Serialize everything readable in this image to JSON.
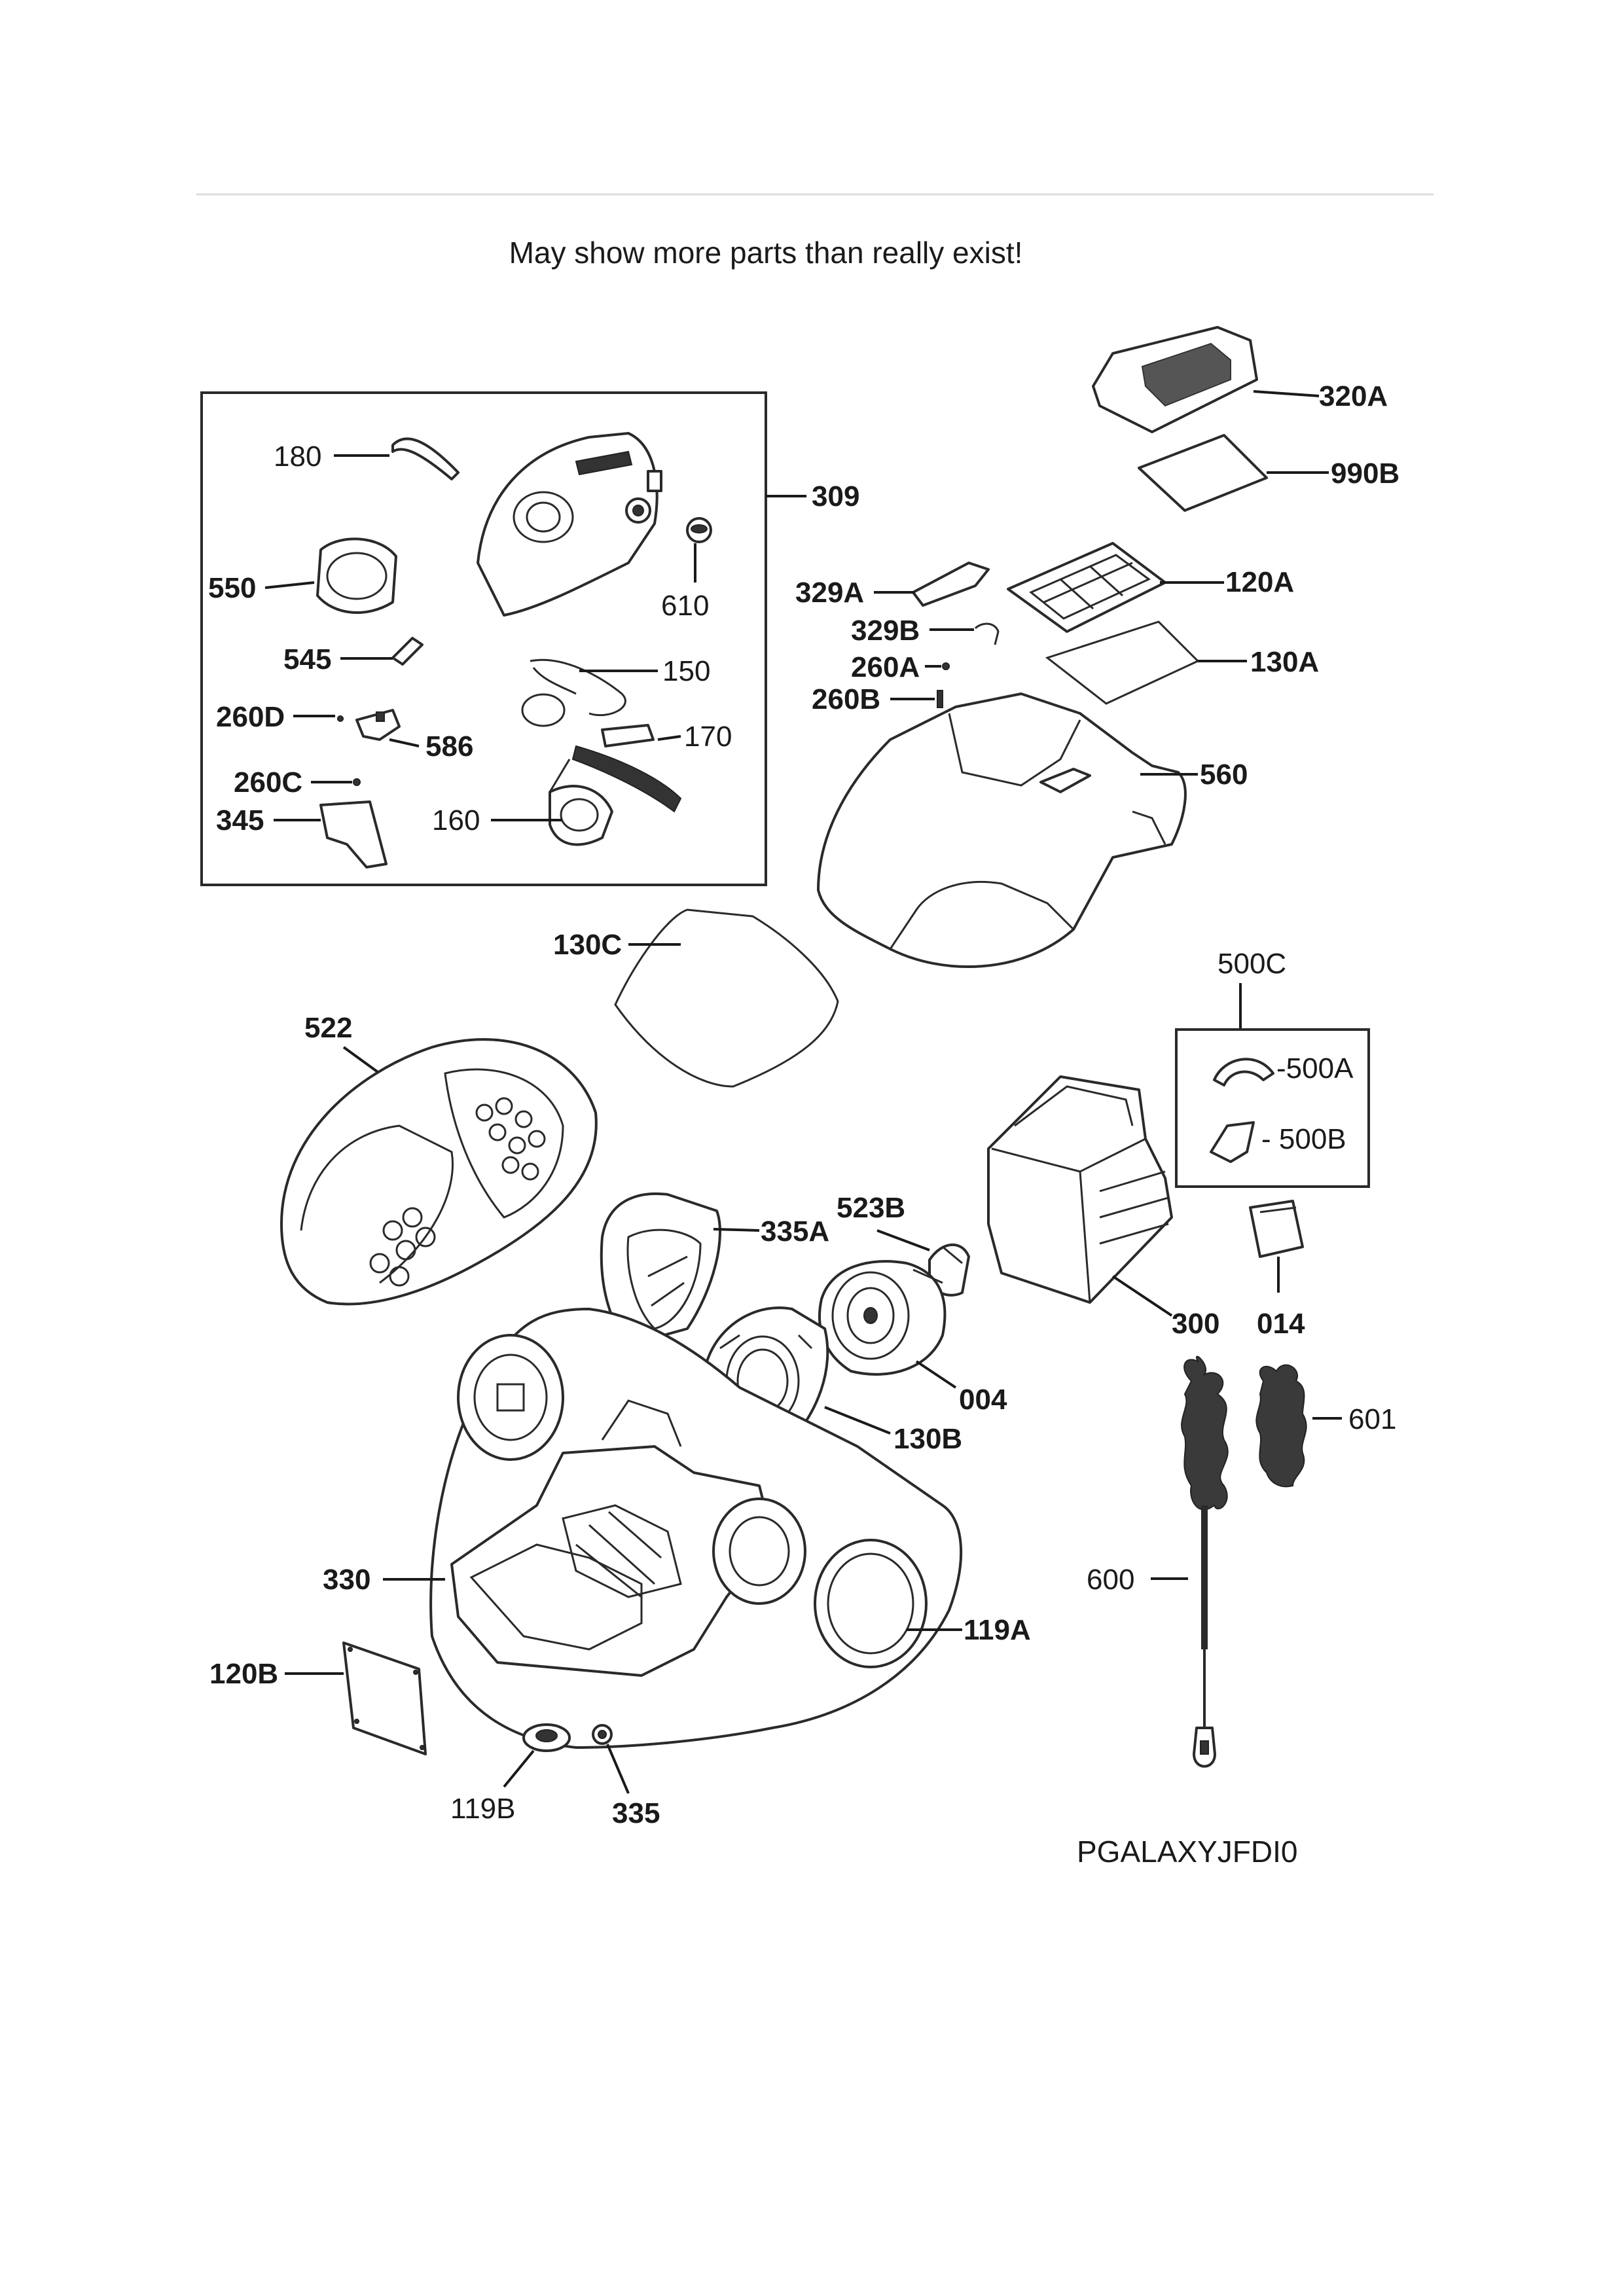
{
  "header": {
    "note": "May show more parts than really exist!"
  },
  "model_code": "PGALAXYJFDI0",
  "parts": {
    "p320A": "320A",
    "p990B": "990B",
    "p309": "309",
    "p180": "180",
    "p550": "550",
    "p610": "610",
    "p545": "545",
    "p150": "150",
    "p260D": "260D",
    "p586": "586",
    "p170": "170",
    "p260C": "260C",
    "p345": "345",
    "p160": "160",
    "p329A": "329A",
    "p120A": "120A",
    "p329B": "329B",
    "p260A": "260A",
    "p130A": "130A",
    "p260B": "260B",
    "p560": "560",
    "p130C": "130C",
    "p500C": "500C",
    "p500A": "-500A",
    "p500B": "- 500B",
    "p522": "522",
    "p523B": "523B",
    "p335A": "335A",
    "p300": "300",
    "p014": "014",
    "p004": "004",
    "p130B": "130B",
    "p601": "601",
    "p600": "600",
    "p330": "330",
    "p119A": "119A",
    "p120B": "120B",
    "p119B": "119B",
    "p335": "335"
  }
}
